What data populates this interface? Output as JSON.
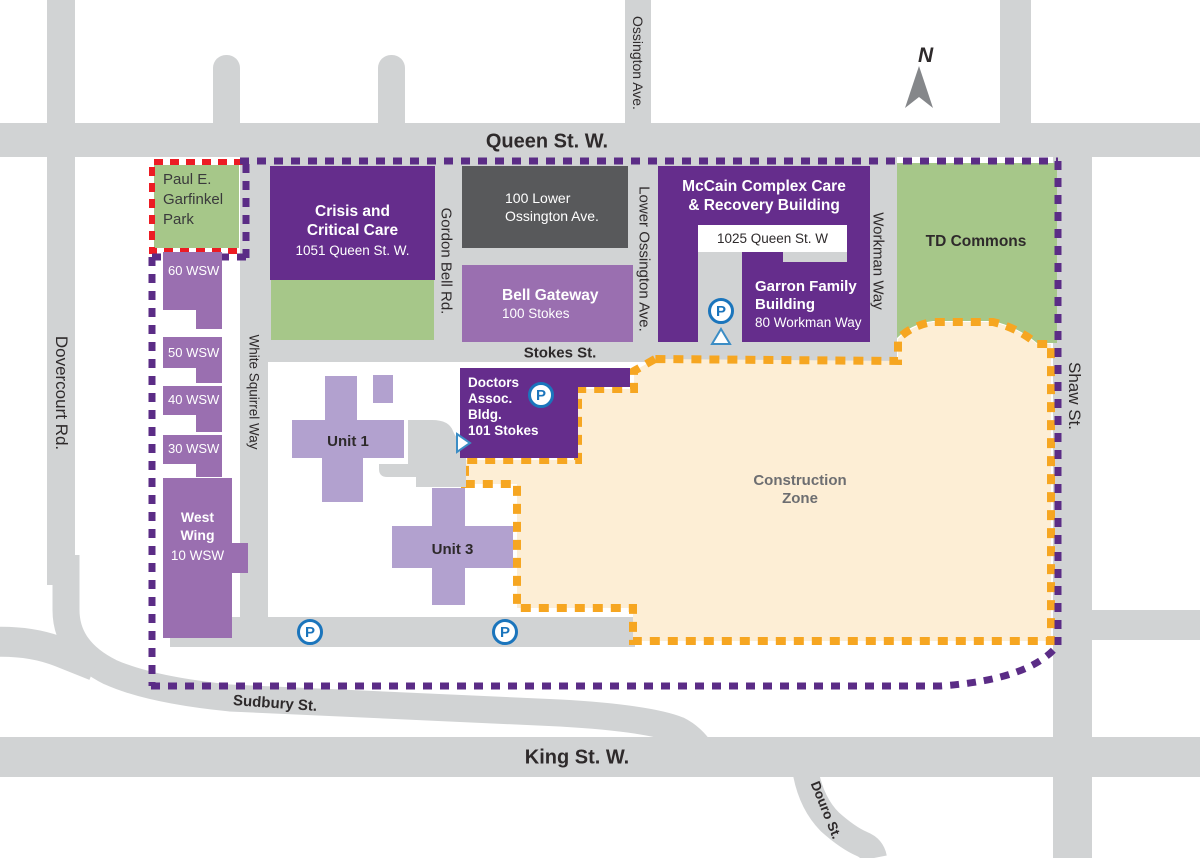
{
  "streets": {
    "queen": "Queen St. W.",
    "king": "King St. W.",
    "shaw": "Shaw St.",
    "dovercourt": "Dovercourt Rd.",
    "ossington": "Ossington Ave.",
    "lower_ossington": "Lower Ossington Ave.",
    "gordon_bell": "Gordon Bell Rd.",
    "workman": "Workman Way",
    "white_squirrel": "White Squirrel Way",
    "stokes": "Stokes St.",
    "sudbury": "Sudbury St.",
    "douro": "Douro St."
  },
  "compass": {
    "north": "N"
  },
  "parking": {
    "symbol": "P"
  },
  "areas": {
    "park_line1": "Paul E.",
    "park_line2": "Garfinkel",
    "park_line3": "Park",
    "td_commons": "TD Commons",
    "construction_line1": "Construction",
    "construction_line2": "Zone"
  },
  "buildings": {
    "crisis_line1": "Crisis and",
    "crisis_line2": "Critical Care",
    "crisis_addr": "1051 Queen St. W.",
    "lower100_line1": "100 Lower",
    "lower100_line2": "Ossington Ave.",
    "bell_name": "Bell Gateway",
    "bell_addr": "100 Stokes",
    "mccain_line1": "McCain Complex Care",
    "mccain_line2": "& Recovery Building",
    "addr_1025": "1025 Queen St. W",
    "garron_line1": "Garron Family",
    "garron_line2": "Building",
    "garron_addr": "80 Workman Way",
    "doctors_line1": "Doctors",
    "doctors_line2": "Assoc.",
    "doctors_line3": "Bldg.",
    "doctors_line4": "101 Stokes",
    "wsw60": "60 WSW",
    "wsw50": "50 WSW",
    "wsw40": "40 WSW",
    "wsw30": "30 WSW",
    "west_line1": "West",
    "west_line2": "Wing",
    "west_addr": "10 WSW",
    "unit1": "Unit 1",
    "unit3": "Unit 3"
  },
  "colors": {
    "road": "#d1d3d4",
    "building_dark_purple": "#652d8c",
    "building_mid_purple": "#9a6fb0",
    "building_light_purple": "#b2a1cf",
    "building_dark_gray": "#58595b",
    "green_space": "#a6c789",
    "construction_fill": "#fdeed5",
    "construction_border": "#f6a621",
    "campus_border": "#5b2c86",
    "park_border": "#ec1c24",
    "parking_blue": "#1b75bc"
  }
}
